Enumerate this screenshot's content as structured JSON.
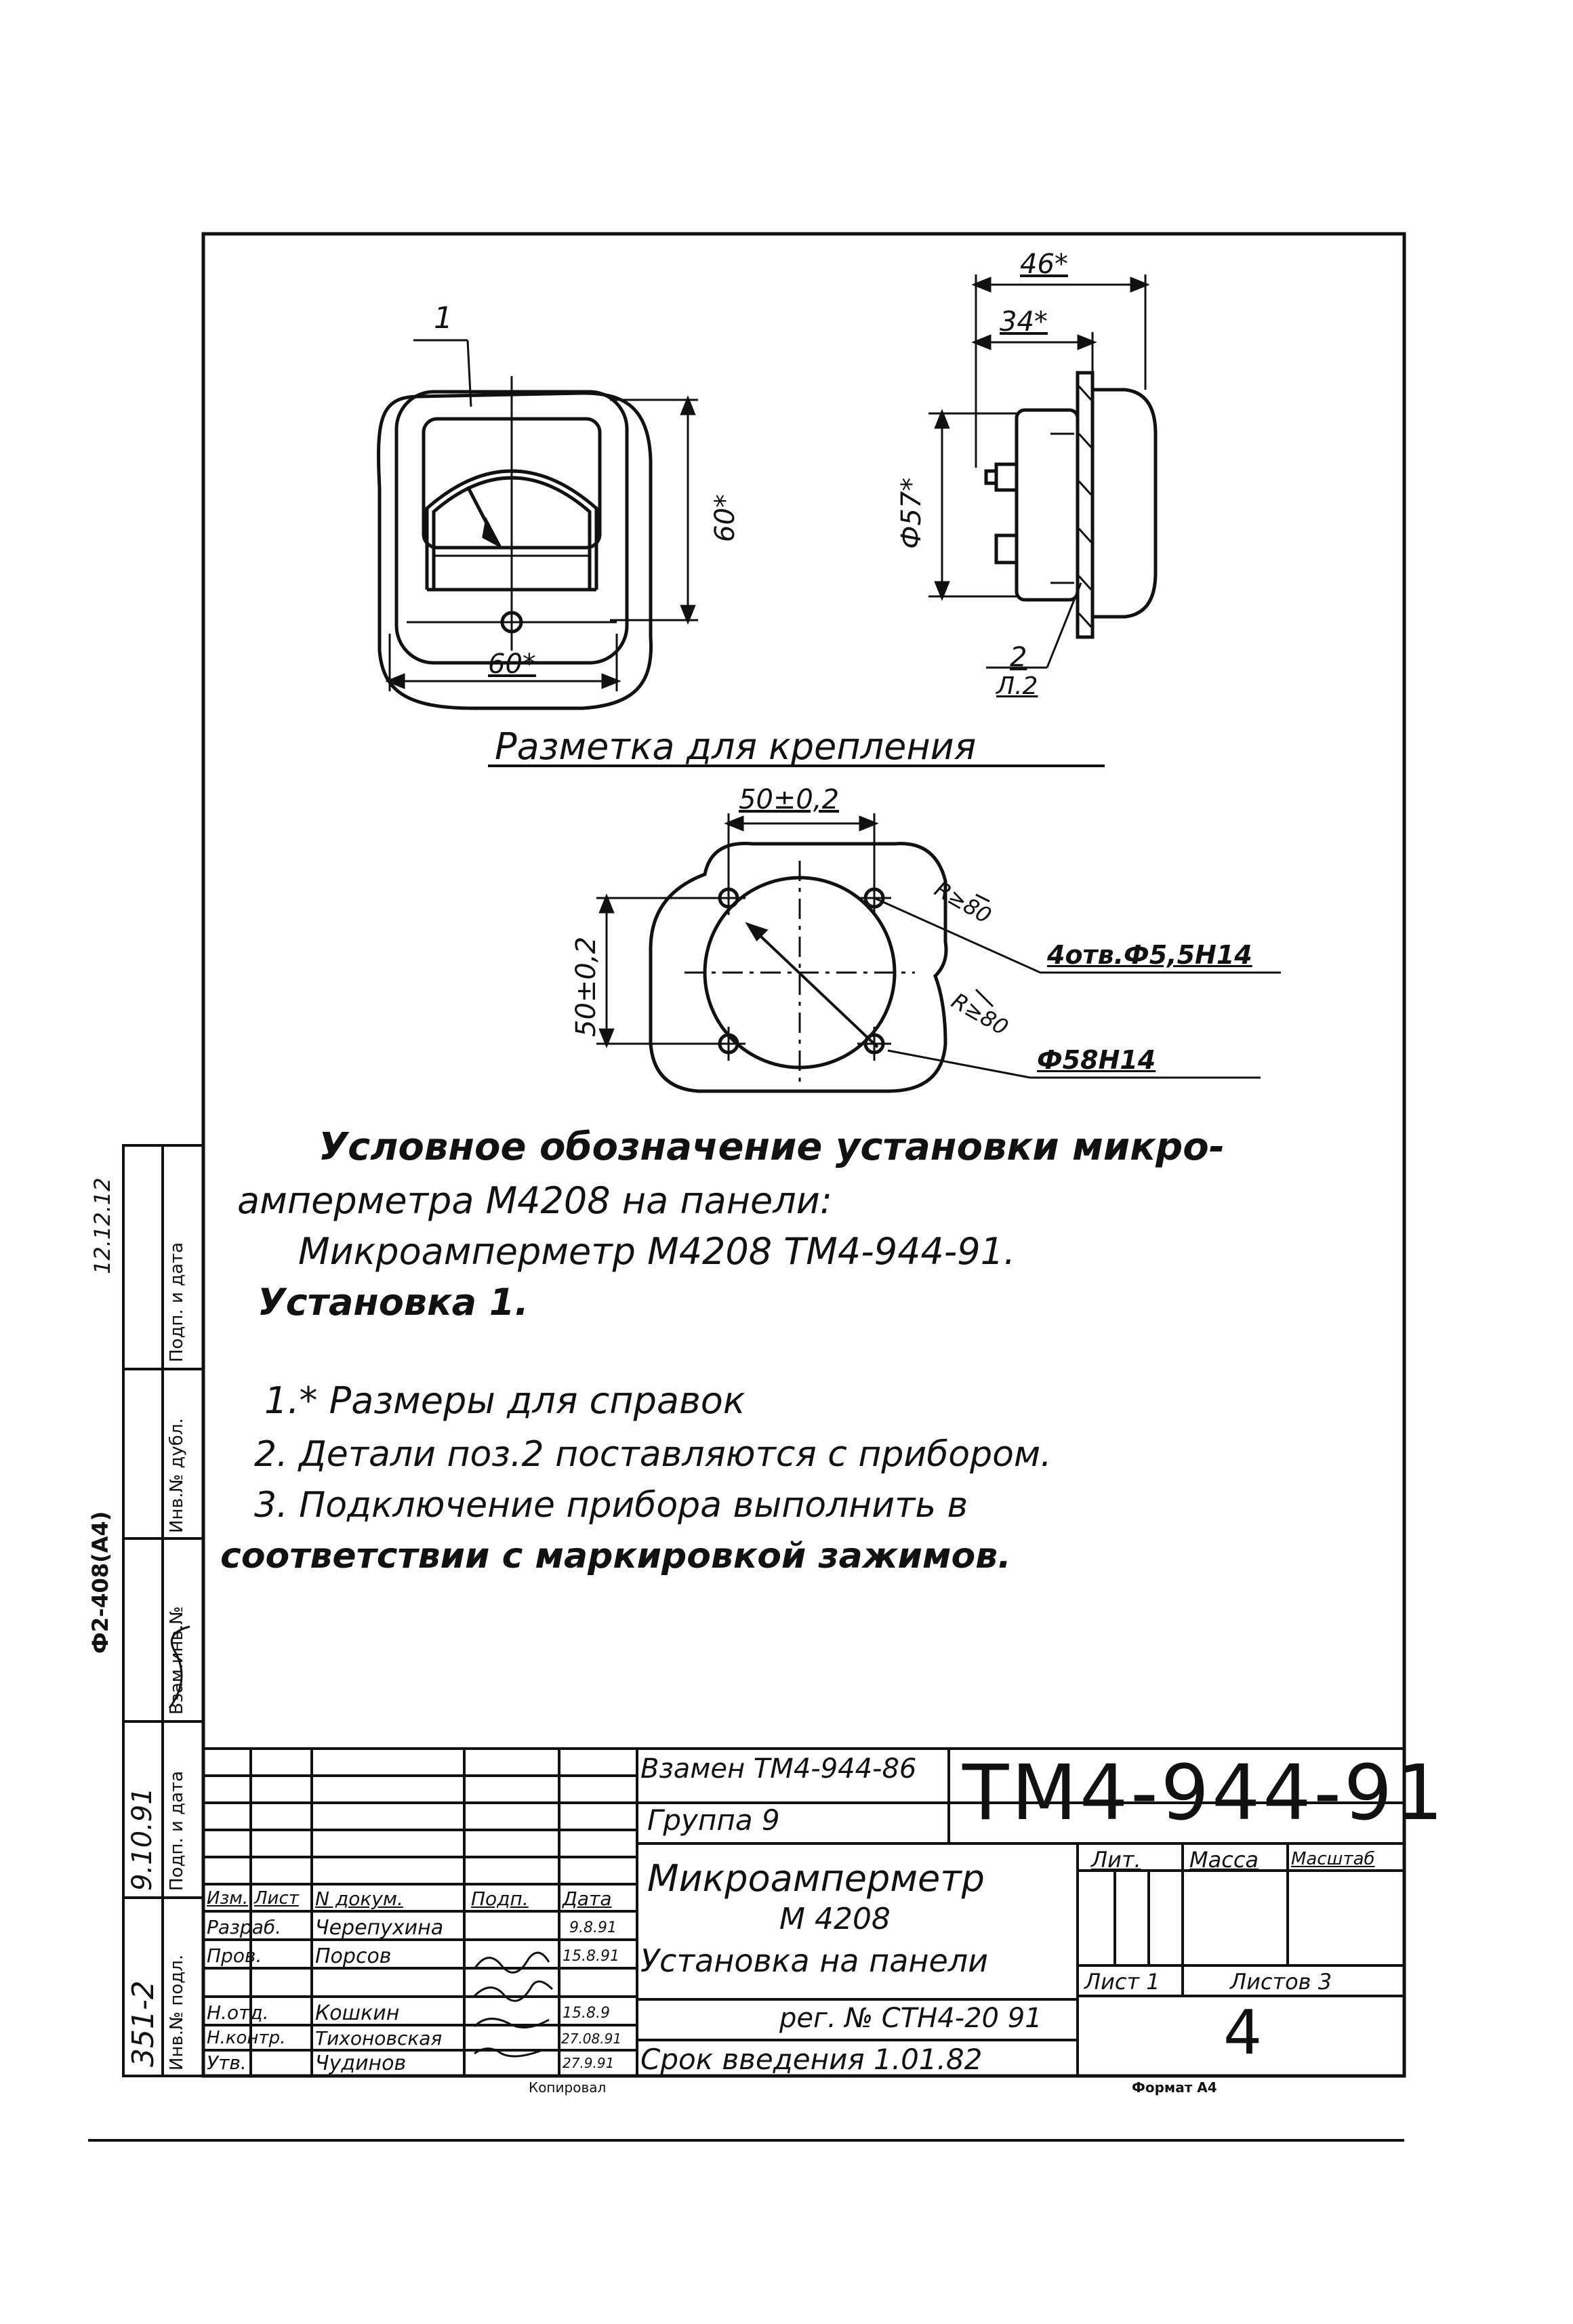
{
  "front_view": {
    "pos_label": "1",
    "width_label": "60*",
    "height_label": "60*"
  },
  "side_view": {
    "depth_outer": "46*",
    "depth_inner": "34*",
    "diameter": "Ф57*",
    "pos_label": "2",
    "pos_sheet": "Л.2"
  },
  "marking": {
    "title": "Разметка для крепления",
    "hole_spacing_x": "50±0,2",
    "hole_spacing_y": "50±0,2",
    "radius_1": "R≥80",
    "radius_2": "R≥80",
    "holes_note": "4отв.Ф5,5Н14",
    "bore_note": "Ф58Н14"
  },
  "designation": {
    "line1": "Условное обозначение установки микро-",
    "line2": "амперметра М4208 на панели:",
    "line3": "Микроамперметр М4208 ТМ4-944-91.",
    "line4": "Установка 1."
  },
  "notes": [
    "1.* Размеры для справок",
    "2. Детали поз.2 поставляются с прибором.",
    "3. Подключение прибора выполнить в",
    "соответствии с маркировкой зажимов."
  ],
  "title_block": {
    "replaces": "Взамен ТМ4-944-86",
    "group": "Группа 9",
    "doc_code": "ТМ4-944-91",
    "name_line1": "Микроамперметр",
    "name_line2": "М 4208",
    "name_line3": "Установка на панели",
    "reg_number": "рег. № СТН4-20 91",
    "intro_date": "Срок введения 1.01.82",
    "col_headers": [
      "Изм.",
      "Лист",
      "N докум.",
      "Подп.",
      "Дата"
    ],
    "roles": [
      {
        "role": "Разраб.",
        "name": "Черепухина",
        "date": "9.8.91"
      },
      {
        "role": "Пров.",
        "name": "Порсов",
        "date": "15.8.91"
      },
      {
        "role": "",
        "name": "",
        "date": ""
      },
      {
        "role": "Н.отд.",
        "name": "Кошкин",
        "date": "15.8.9"
      },
      {
        "role": "Н.контр.",
        "name": "Тихоновская",
        "date": "27.08.91"
      },
      {
        "role": "Утв.",
        "name": "Чудинов",
        "date": "27.9.91"
      }
    ],
    "lit_header": "Лит.",
    "mass_header": "Масса",
    "scale_header": "Масштаб",
    "sheet_label": "Лист 1",
    "sheets_label": "Листов 3",
    "page_number": "4",
    "copied_label": "Копировал",
    "format_label": "Формат А4"
  },
  "side_stamps": {
    "inv_orig": "Инв.№ подл.",
    "sign_date": "Подп. и дата",
    "replace_inv": "Взам.инв.№",
    "dup_inv": "Инв.№ дубл.",
    "sign_date_2": "Подп. и дата",
    "form_code": "Ф2-408(А4)",
    "inv_value": "351-2",
    "date_value": "9.10.91",
    "top_value": "12.12.12"
  }
}
